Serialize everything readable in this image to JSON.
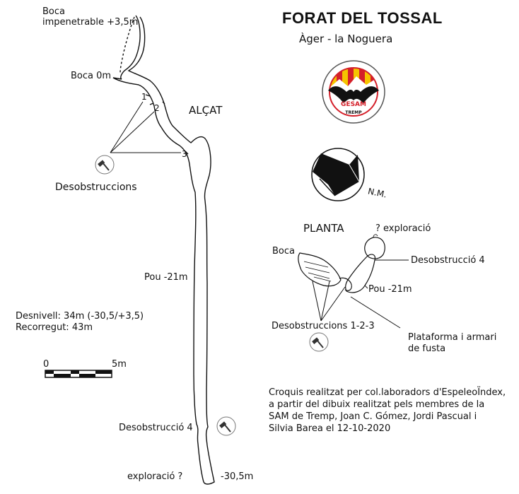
{
  "header": {
    "title": "FORAT DEL TOSSAL",
    "subtitle": "Àger - la Noguera"
  },
  "elevation": {
    "section_label": "ALÇAT",
    "upper_entrance_line1": "Boca",
    "upper_entrance_line2": "impenetrable +3,5m",
    "entrance": "Boca  0m",
    "markers": [
      "1",
      "2",
      "3"
    ],
    "obstructions": "Desobstruccions",
    "shaft": "Pou -21m",
    "obstruction_4": "Desobstrucció  4",
    "exploration": "exploració  ?",
    "bottom_depth": "-30,5m"
  },
  "stats": {
    "drop": "Desnivell: 34m (-30,5/+3,5)",
    "length": "Recorregut: 43m"
  },
  "scale": {
    "start": "0",
    "end": "5m"
  },
  "compass": {
    "label": "N.M."
  },
  "plan": {
    "section_label": "PLANTA",
    "exploration": "? exploració",
    "entrance": "Boca",
    "obstruction_4": "Desobstrucció 4",
    "shaft": "Pou -21m",
    "obstructions": "Desobstruccions 1-2-3",
    "platform_line1": "Plataforma i armari",
    "platform_line2": "de fusta"
  },
  "credits": {
    "lines": [
      "Croquis realitzat per col.laboradors d'EspeleoÏndex,",
      "a partir del dibuix realitzat pels membres  de la",
      "SAM de Tremp, Joan C. Gómez, Jordi Pascual i",
      "Silvia Barea el 12-10-2020"
    ]
  },
  "logo": {
    "text_main": "GESAM",
    "text_sub": "TREMP"
  },
  "colors": {
    "ink": "#111111",
    "logo_red": "#d4202a",
    "logo_yellow": "#f5c400"
  }
}
